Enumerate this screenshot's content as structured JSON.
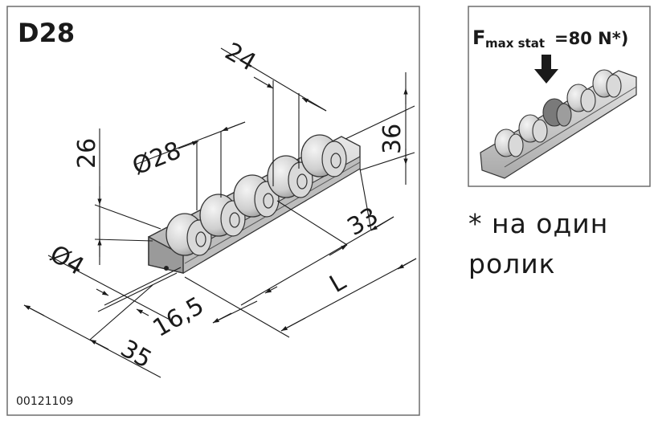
{
  "main_panel": {
    "title": "D28",
    "code": "00121109",
    "dimensions": {
      "d24": "24",
      "d28": "Ø28",
      "d26": "26",
      "d36": "36",
      "d33": "33",
      "d4": "Ø4",
      "dL": "L",
      "d16": "16,5",
      "d35": "35"
    }
  },
  "load_panel": {
    "label_main": "F",
    "label_sub": "max stat",
    "label_value": "=80 N*)"
  },
  "footnote": {
    "line1": "* на один",
    "line2": "ролик"
  }
}
